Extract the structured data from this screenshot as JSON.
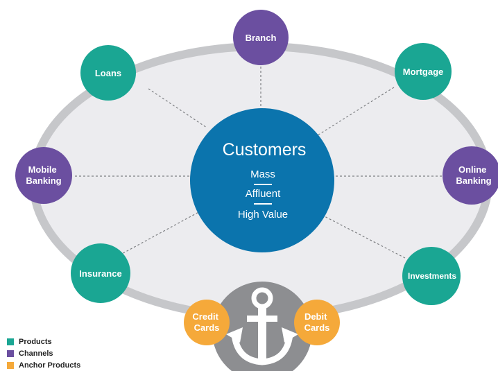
{
  "colors": {
    "products": "#1aa693",
    "channels": "#6b4fa0",
    "anchor": "#f5a93a",
    "center": "#0b74ad",
    "ellipse_fill": "#ececef",
    "ellipse_stroke": "#c6c7ca",
    "anchor_circle": "#8d8e91",
    "connector": "#7d7f82"
  },
  "center": {
    "title": "Customers",
    "segments": [
      "Mass",
      "Affluent",
      "High Value"
    ]
  },
  "nodes": {
    "branch": {
      "lines": [
        "Branch"
      ],
      "category": "channels"
    },
    "loans": {
      "lines": [
        "Loans"
      ],
      "category": "products"
    },
    "mortgage": {
      "lines": [
        "Mortgage"
      ],
      "category": "products"
    },
    "mobile_banking": {
      "lines": [
        "Mobile",
        "Banking"
      ],
      "category": "channels"
    },
    "online_banking": {
      "lines": [
        "Online",
        "Banking"
      ],
      "category": "channels"
    },
    "insurance": {
      "lines": [
        "Insurance"
      ],
      "category": "products"
    },
    "investments": {
      "lines": [
        "Investments"
      ],
      "category": "products"
    },
    "credit_cards": {
      "lines": [
        "Credit",
        "Cards"
      ],
      "category": "anchor"
    },
    "debit_cards": {
      "lines": [
        "Debit",
        "Cards"
      ],
      "category": "anchor"
    }
  },
  "legend": [
    {
      "label": "Products",
      "category": "products"
    },
    {
      "label": "Channels",
      "category": "channels"
    },
    {
      "label": "Anchor Products",
      "category": "anchor"
    }
  ]
}
